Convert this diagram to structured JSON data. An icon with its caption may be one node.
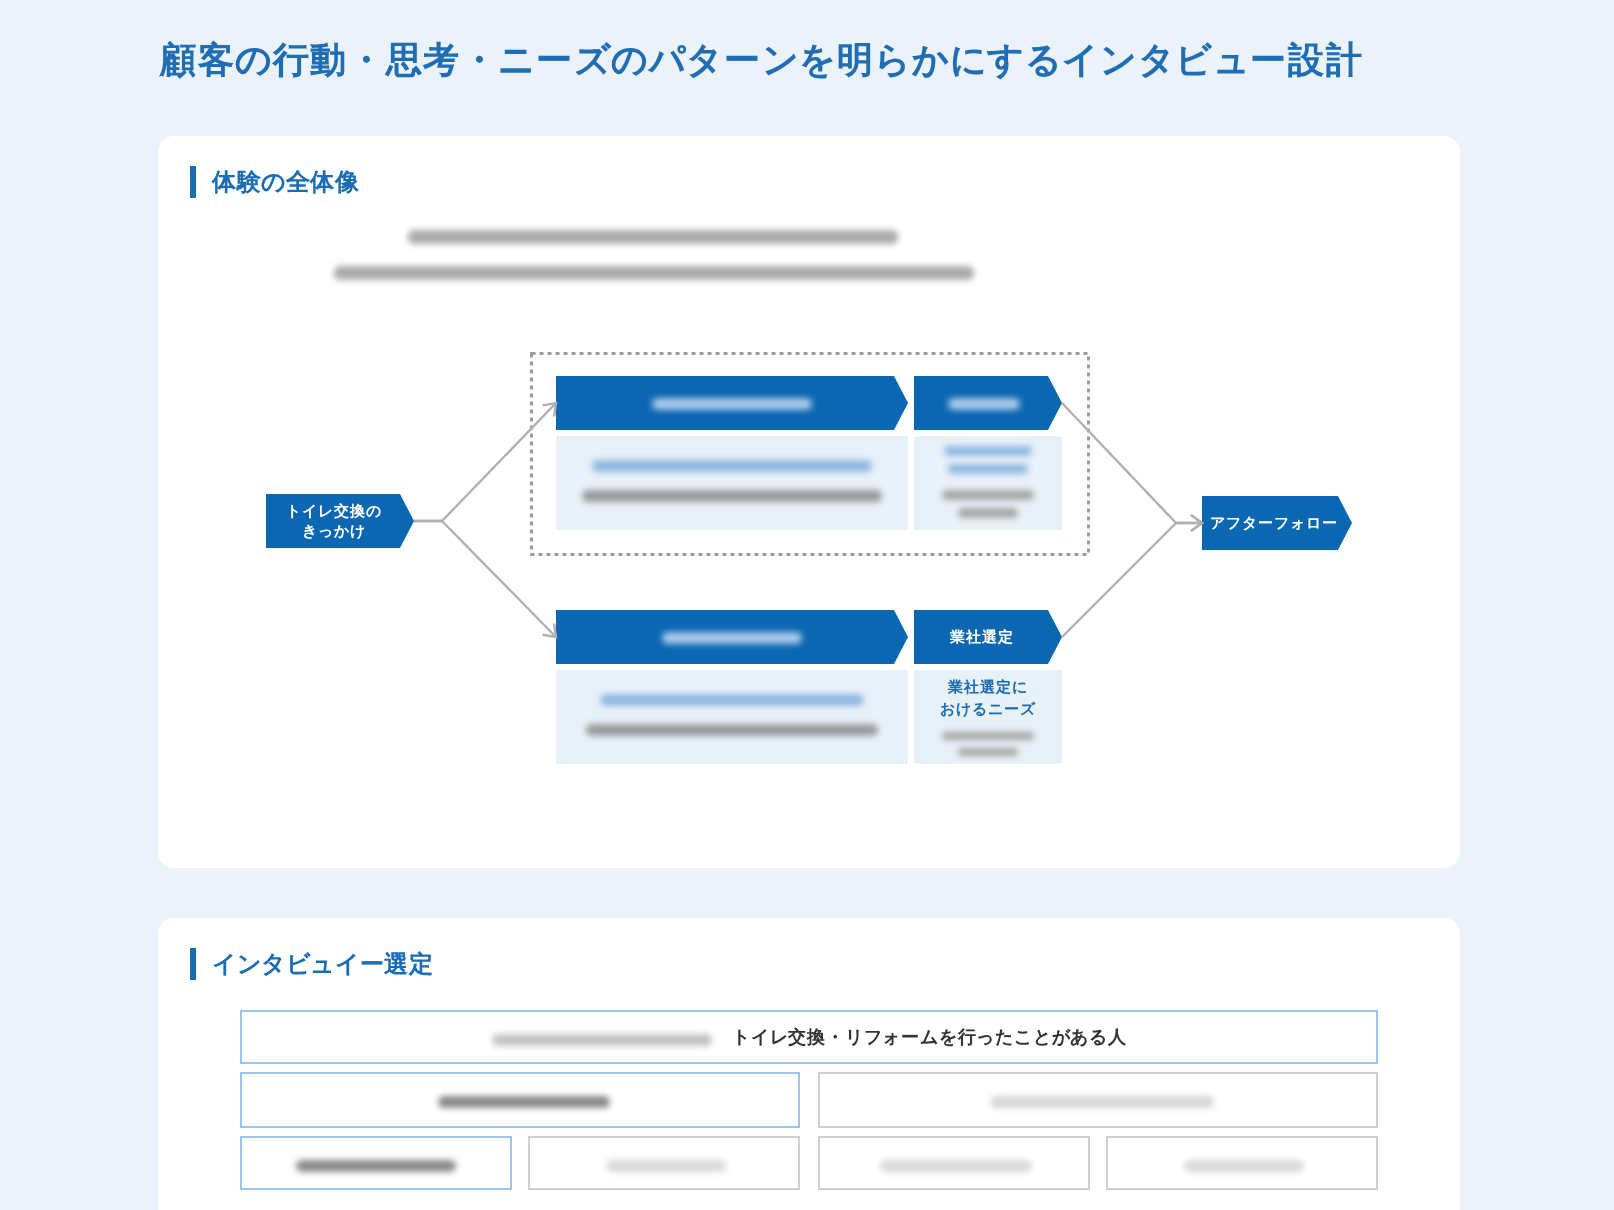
{
  "diagram": {
    "title": "顧客の行動・思考・ニーズのパターンを明らかにするインタビュー設計",
    "nodes": [
      {
        "text": [
          "体験の全体像"
        ]
      },
      {
        "text": [
          "トイレ交換のきっかけ"
        ],
        "in": 0
      },
      {
        "text": [],
        "shape": "box",
        "in": 0
      },
      {
        "text": [],
        "shape": "box",
        "in": 2
      },
      {
        "text": [],
        "shape": "box",
        "in": 2
      },
      {
        "text": [],
        "shape": "box",
        "in": 2
      },
      {
        "text": [],
        "shape": "box",
        "in": 2
      },
      {
        "text": [],
        "shape": "box",
        "in": 0
      },
      {
        "text": [
          "業社選定"
        ],
        "in": 0
      },
      {
        "text": [],
        "shape": "box",
        "in": 0
      },
      {
        "text": [
          "業社選定におけるニーズ"
        ],
        "in": 0
      },
      {
        "text": [
          "アフターフォロー"
        ],
        "in": 0
      },
      {
        "text": [
          "インタビュイー選定"
        ]
      },
      {
        "text": [
          "トイレ交換・リフォームを行ったことがある人"
        ],
        "in": 12
      },
      {
        "text": [],
        "shape": "box",
        "in": 12
      },
      {
        "text": [],
        "shape": "box",
        "in": 12
      },
      {
        "text": [],
        "shape": "box",
        "in": 12
      },
      {
        "text": [],
        "shape": "box",
        "in": 12
      },
      {
        "text": [],
        "shape": "box",
        "in": 12
      },
      {
        "text": [],
        "shape": "box",
        "in": 12
      }
    ],
    "edges": [
      {
        "from": 1,
        "to": 3,
        "arrow": "to"
      },
      {
        "from": 1,
        "to": 7,
        "arrow": "to"
      },
      {
        "from": 4,
        "to": 11,
        "arrow": "to"
      },
      {
        "from": 8,
        "to": 11,
        "arrow": "to"
      }
    ]
  }
}
